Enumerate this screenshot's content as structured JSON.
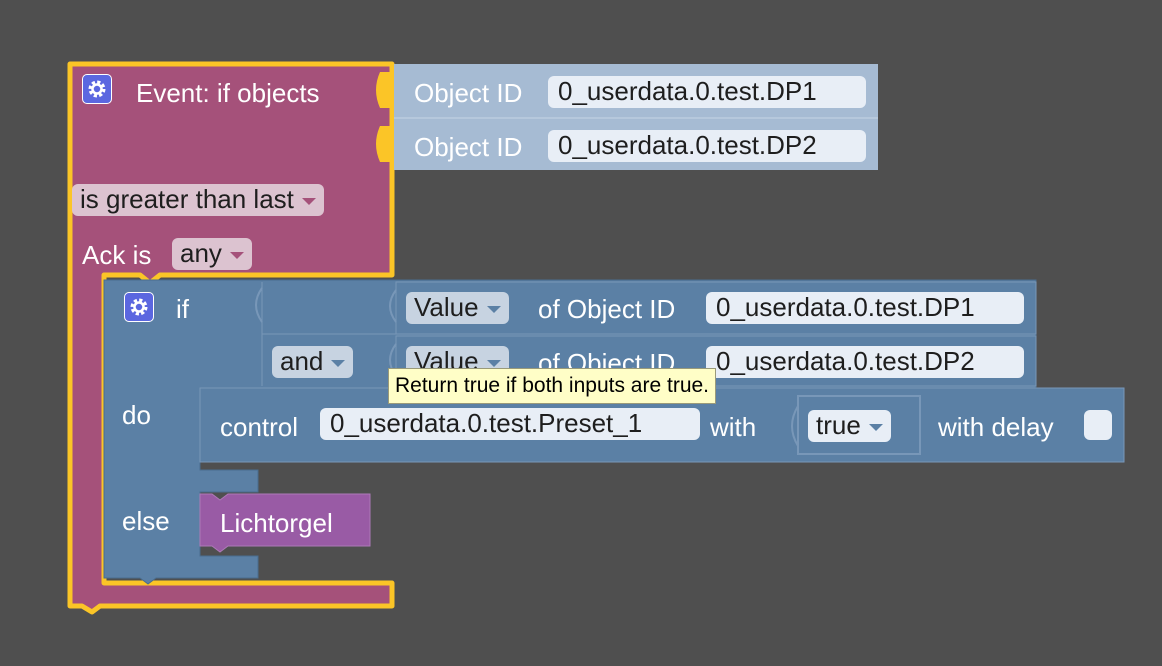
{
  "event_block": {
    "title": "Event: if objects",
    "objects": [
      {
        "label": "Object ID",
        "value": "0_userdata.0.test.DP1"
      },
      {
        "label": "Object ID",
        "value": "0_userdata.0.test.DP2"
      }
    ],
    "condition": "is greater than last",
    "ack_label": "Ack is",
    "ack_value": "any",
    "colors": {
      "block": "#a5517a",
      "selected_outline": "#fbc527"
    }
  },
  "if_block": {
    "if_label": "if",
    "do_label": "do",
    "else_label": "else",
    "operator": "and",
    "conditions": [
      {
        "property": "Value",
        "of_label": "of Object ID",
        "object": "0_userdata.0.test.DP1"
      },
      {
        "property": "Value",
        "of_label": "of Object ID",
        "object": "0_userdata.0.test.DP2"
      }
    ],
    "colors": {
      "block": "#5b80a5"
    }
  },
  "control_block": {
    "label": "control",
    "object": "0_userdata.0.test.Preset_1",
    "with_label": "with",
    "value": "true",
    "delay_label": "with delay",
    "delay_checked": false
  },
  "procedure_block": {
    "label": "Lichtorgel",
    "color": "#995ba5"
  },
  "tooltip": {
    "text": "Return true if both inputs are true."
  },
  "icons": [
    "gear-icon",
    "dropdown-arrow-icon",
    "checkbox-icon"
  ]
}
